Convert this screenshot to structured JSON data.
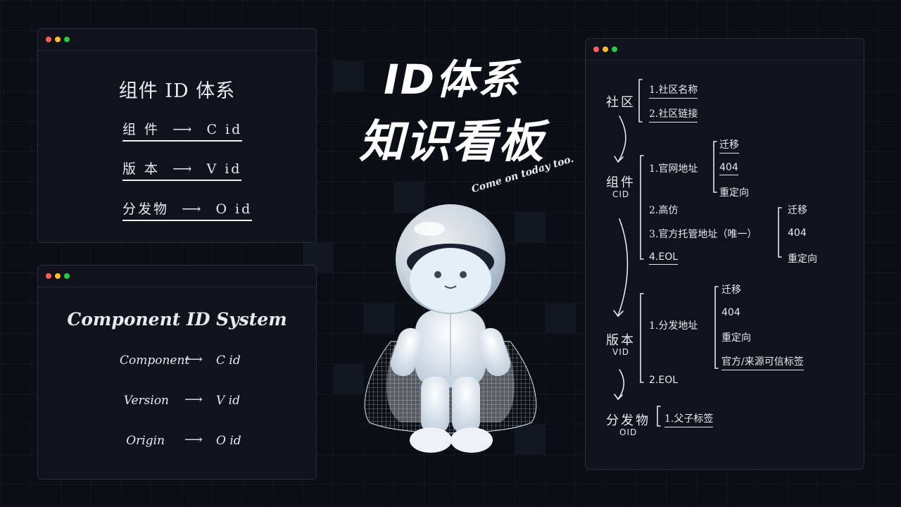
{
  "headline": {
    "line1": "ID体系",
    "line2": "知识看板",
    "tagline": "Come on today too."
  },
  "left_top": {
    "title": "组件 ID 体系",
    "rows": [
      {
        "label": "组  件",
        "value": "C id"
      },
      {
        "label": "版  本",
        "value": "V id"
      },
      {
        "label": "分发物",
        "value": "O id"
      }
    ]
  },
  "left_bottom": {
    "title": "Component ID System",
    "rows": [
      {
        "label": "Component",
        "value": "C id"
      },
      {
        "label": "Version",
        "value": "V id"
      },
      {
        "label": "Origin",
        "value": "O id"
      }
    ]
  },
  "tree": {
    "community": {
      "label": "社区",
      "items": [
        "1.社区名称",
        "2.社区链接"
      ]
    },
    "component": {
      "label": "组件",
      "code": "CID",
      "item1": "1.官网地址",
      "item1_sub": [
        "迁移",
        "404",
        "重定向"
      ],
      "item2": "2.高仿",
      "item3": "3.官方托管地址（唯一）",
      "item3_sub": [
        "迁移",
        "404",
        "重定向"
      ],
      "item4": "4.EOL"
    },
    "version": {
      "label": "版本",
      "code": "VID",
      "item1": "1.分发地址",
      "item1_sub": [
        "迁移",
        "404",
        "重定向",
        "官方/来源可信标签"
      ],
      "item2": "2.EOL"
    },
    "origin": {
      "label": "分发物",
      "code": "OID",
      "item1": "1.父子标签"
    }
  }
}
